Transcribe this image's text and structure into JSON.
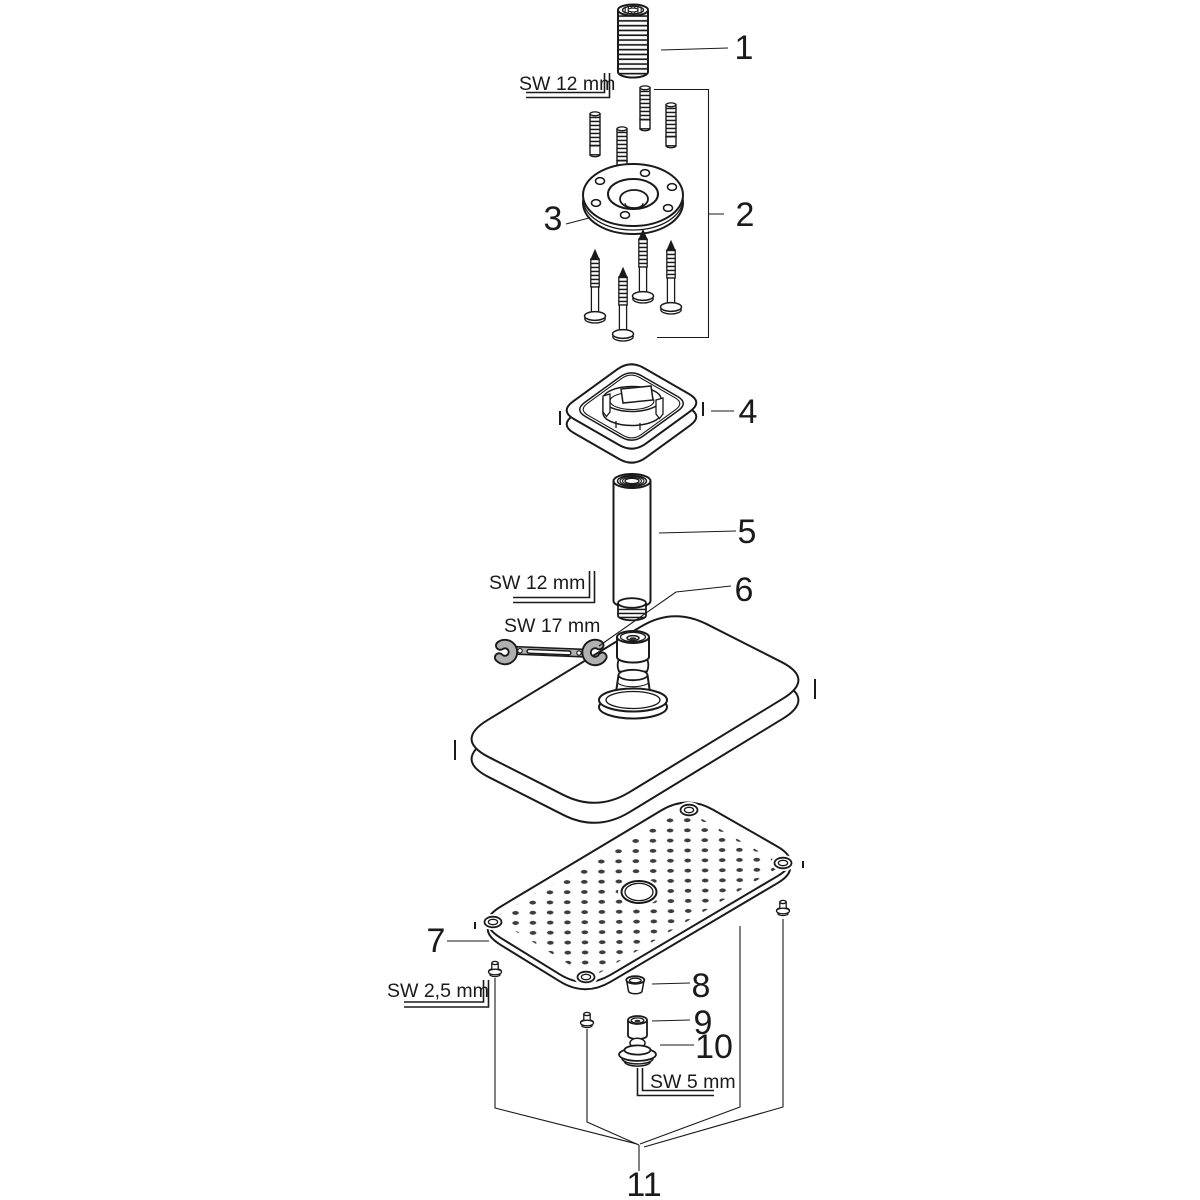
{
  "diagram": {
    "background": "#ffffff",
    "line_color": "#1a1a1a",
    "tool_fill": "#b0b0b0",
    "dot_color": "#3d3d3d",
    "callouts": {
      "c1": "1",
      "c2": "2",
      "c3": "3",
      "c4": "4",
      "c5": "5",
      "c6": "6",
      "c7": "7",
      "c8": "8",
      "c9": "9",
      "c10": "10",
      "c11": "11"
    },
    "tool_labels": {
      "allen_key_12_top": "SW 12 mm",
      "allen_key_12_mid": "SW 12 mm",
      "open_end_wrench_17": "SW 17 mm",
      "allen_key_2_5": "SW 2,5 mm",
      "allen_key_5": "SW 5 mm"
    }
  }
}
